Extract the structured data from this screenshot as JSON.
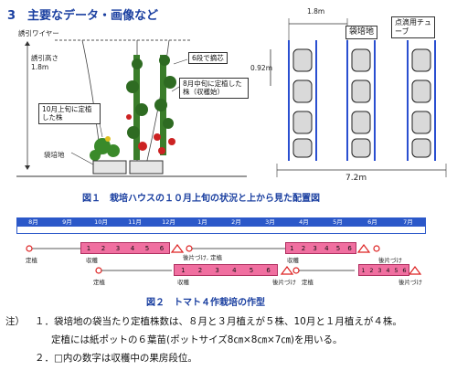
{
  "section_title": "3　主要なデータ・画像など",
  "figure1": {
    "wire_label": "誘引ワイヤー",
    "height_label": "誘引高さ",
    "height_value": "1.8m",
    "pinch_label": "6段で摘芯",
    "aug_label": "8月中旬に定植した株（収穫始）",
    "oct_label": "10月上旬に定植した株",
    "bag_label": "袋培地",
    "width_label": "1.8m",
    "bag_label_top": "袋培地",
    "tube_label": "点滴用チューブ",
    "depth_label": "0.92m",
    "total_width_label": "7.2m",
    "caption": "図１　栽培ハウスの１０月上旬の状況と上から見た配置図"
  },
  "figure2": {
    "months": [
      "8月",
      "9月",
      "10月",
      "11月",
      "12月",
      "1月",
      "2月",
      "3月",
      "4月",
      "5月",
      "6月",
      "7月"
    ],
    "rows": [
      {
        "plant_label": "定植",
        "harvest_label": "収穫",
        "end_label": "後片づけ",
        "harvest_numbers": [
          "1",
          "2",
          "3",
          "4",
          "5",
          "6"
        ],
        "plant2_label": "定植",
        "end2_label": "後片づけ",
        "harvest2_numbers": [
          "1",
          "2",
          "3",
          "4",
          "5",
          "6"
        ]
      },
      {
        "plant_label": "定植",
        "harvest_label": "収穫",
        "end_label": "後片づけ",
        "harvest_numbers": [
          "1",
          "2",
          "3",
          "4",
          "5",
          "6"
        ],
        "plant2_label": "定植",
        "end2_label": "後片づけ",
        "harvest2_numbers": [
          "1",
          "2",
          "3",
          "4",
          "5",
          "6"
        ]
      }
    ],
    "end_label_first": "後片づけ, 定植",
    "caption": "図２　トマト４作栽培の作型"
  },
  "notes": {
    "prefix": "注）",
    "line1": "１．袋培地の袋当たり定植株数は、８月と３月植えが５株、10月と１月植えが４株。",
    "line2": "定植には紙ポットの６葉苗(ポットサイズ8㎝×8㎝×7㎝)を用いる。",
    "line3": "２．□内の数字は収穫中の果房段位。"
  }
}
